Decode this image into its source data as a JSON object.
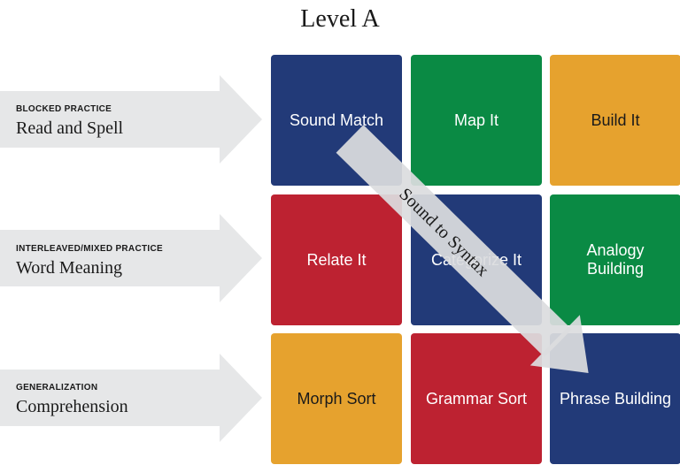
{
  "title": "Level A",
  "colors": {
    "blue": "#223a78",
    "green": "#0a8a44",
    "yellow": "#e6a22e",
    "red": "#bd2231",
    "arrow": "#e6e7e8",
    "diagonal_arrow": "#dcdddf"
  },
  "rows": [
    {
      "small": "BLOCKED PRACTICE",
      "big": "Read and Spell"
    },
    {
      "small": "INTERLEAVED/MIXED PRACTICE",
      "big": "Word Meaning"
    },
    {
      "small": "GENERALIZATION",
      "big": "Comprehension"
    }
  ],
  "tiles": [
    {
      "label": "Sound Match",
      "color": "blue"
    },
    {
      "label": "Map It",
      "color": "green"
    },
    {
      "label": "Build It",
      "color": "yellow"
    },
    {
      "label": "Relate It",
      "color": "red"
    },
    {
      "label": "Categorize It",
      "color": "blue"
    },
    {
      "label": "Analogy Building",
      "color": "green"
    },
    {
      "label": "Morph Sort",
      "color": "yellow"
    },
    {
      "label": "Grammar Sort",
      "color": "red"
    },
    {
      "label": "Phrase Building",
      "color": "blue"
    }
  ],
  "diagonal_label": "Sound to Syntax"
}
